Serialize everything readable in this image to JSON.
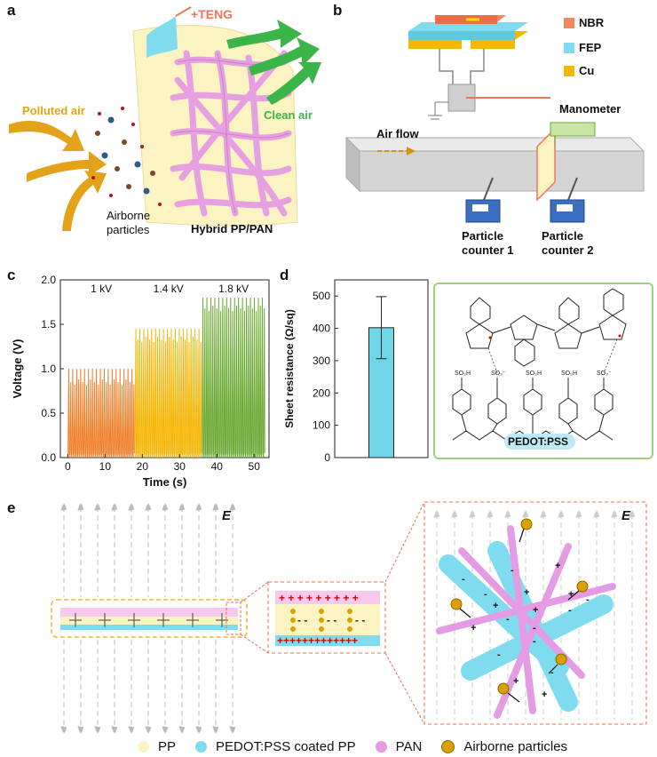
{
  "panels": {
    "a": {
      "label": "a",
      "teng": "+TENG",
      "polluted_air": "Polluted air",
      "clean_air": "Clean air",
      "airborne": "Airborne particles",
      "hybrid": "Hybrid PP/PAN",
      "colors": {
        "teng": "#f0765a",
        "polluted": "#e3a21a",
        "clean": "#3bb54a",
        "pan": "#e59be3",
        "pp": "#fbf4c2"
      }
    },
    "b": {
      "label": "b",
      "legend": [
        "NBR",
        "FEP",
        "Cu"
      ],
      "legend_colors": [
        "#f2875f",
        "#7fdcef",
        "#f5b800"
      ],
      "manometer": "Manometer",
      "air_flow": "Air flow",
      "counter1": "Particle counter 1",
      "counter2": "Particle counter 2"
    },
    "c": {
      "label": "c",
      "voltage_labels": [
        "1 kV",
        "1.4 kV",
        "1.8 kV"
      ]
    },
    "d": {
      "label": "d",
      "pedot": "PEDOT:PSS"
    },
    "e": {
      "label": "e",
      "field": "E",
      "legend": [
        "PP",
        "PEDOT:PSS coated PP",
        "PAN",
        "Airborne particles"
      ],
      "legend_colors": [
        "#fbf4c2",
        "#7fdcef",
        "#e59be3",
        "#d9a100"
      ]
    }
  },
  "chart_data": [
    {
      "panel": "c",
      "type": "line",
      "xlabel": "Time (s)",
      "ylabel": "Voltage (V)",
      "xlim": [
        -2,
        54
      ],
      "ylim": [
        0,
        2.0
      ],
      "xticks": [
        0,
        10,
        20,
        30,
        40,
        50
      ],
      "yticks": [
        0.0,
        0.5,
        1.0,
        1.5,
        2.0
      ],
      "series": [
        {
          "name": "1 kV",
          "color": "#f07f2a",
          "x_range": [
            0,
            18
          ],
          "peak_high": 1.0,
          "peak_low": 0.82,
          "baseline": 0.0
        },
        {
          "name": "1.4 kV",
          "color": "#f5b400",
          "x_range": [
            18,
            36
          ],
          "peak_high": 1.45,
          "peak_low": 1.3,
          "baseline": 0.0
        },
        {
          "name": "1.8 kV",
          "color": "#6aa832",
          "x_range": [
            36,
            53
          ],
          "peak_high": 1.8,
          "peak_low": 1.65,
          "baseline": 0.0
        }
      ]
    },
    {
      "panel": "d",
      "type": "bar",
      "ylabel": "Sheet resistance (Ω/sq)",
      "categories": [
        ""
      ],
      "values": [
        402
      ],
      "error": [
        96
      ],
      "ylim": [
        0,
        550
      ],
      "yticks": [
        0,
        100,
        200,
        300,
        400,
        500
      ],
      "bar_color": "#6fd6e8"
    }
  ]
}
